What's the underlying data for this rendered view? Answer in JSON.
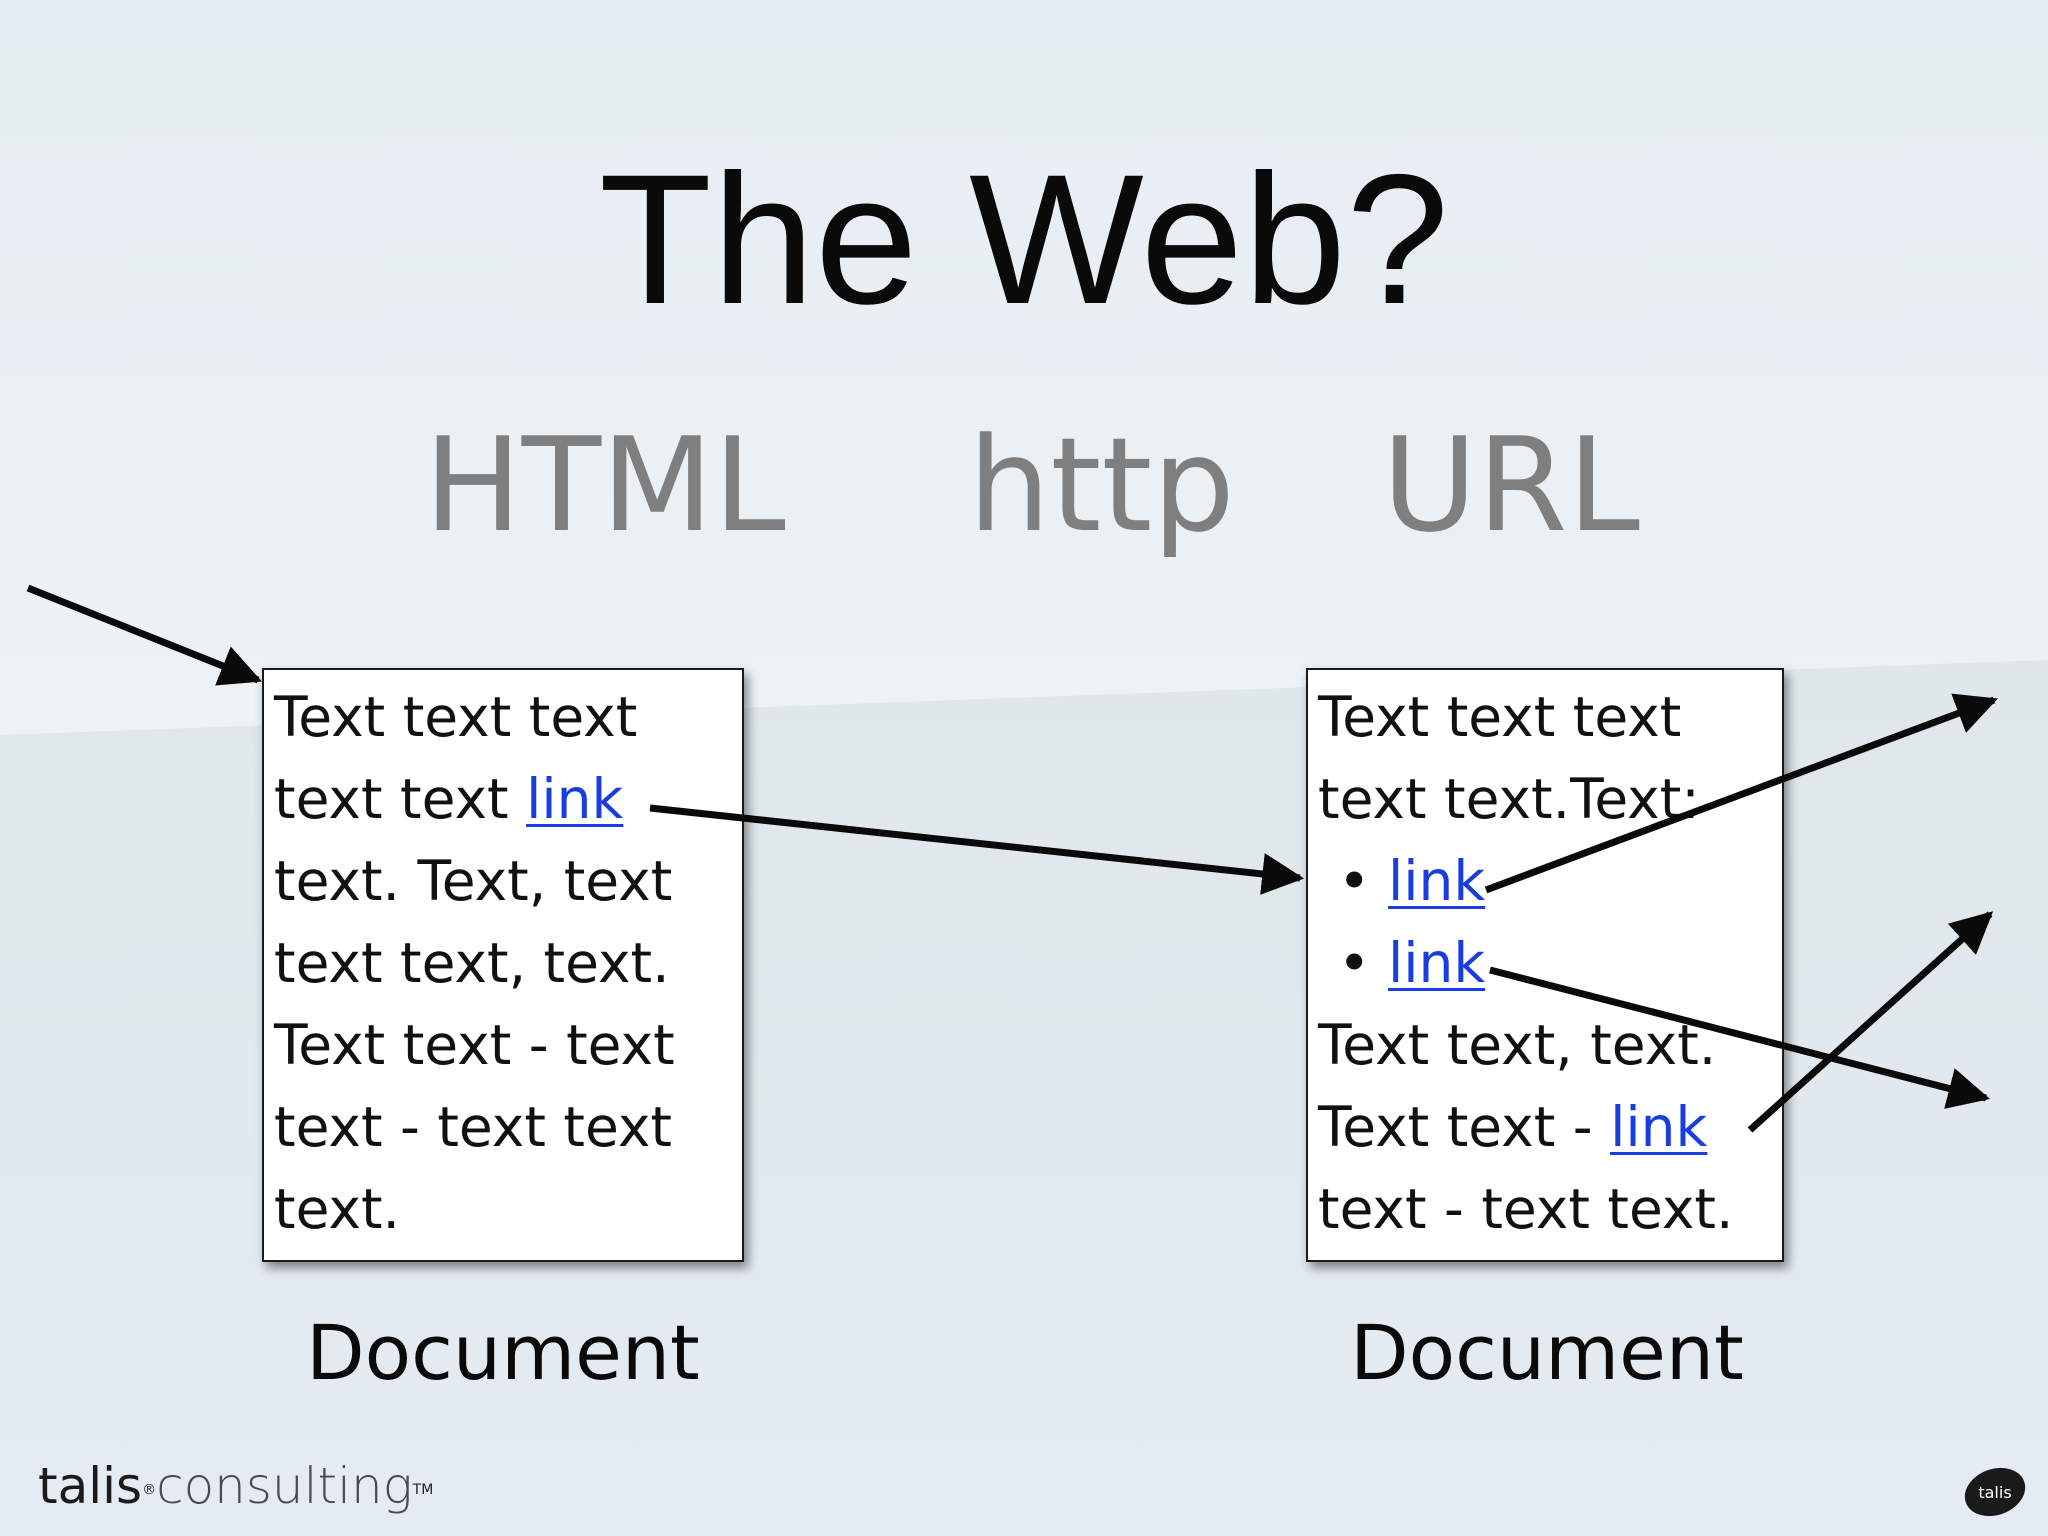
{
  "title": "The Web?",
  "keywords": {
    "html": "HTML",
    "http": "http",
    "url": "URL"
  },
  "documents": {
    "left": {
      "lines": [
        {
          "before": "Text text text",
          "link": "",
          "after": ""
        },
        {
          "before": "text text ",
          "link": "link",
          "after": ""
        },
        {
          "before": "text.  Text, text",
          "link": "",
          "after": ""
        },
        {
          "before": "text text, text.",
          "link": "",
          "after": ""
        },
        {
          "before": "Text text - text",
          "link": "",
          "after": ""
        },
        {
          "before": "text - text text",
          "link": "",
          "after": ""
        },
        {
          "before": "text.",
          "link": "",
          "after": ""
        }
      ],
      "caption": "Document"
    },
    "right": {
      "line1": "Text text text",
      "line2": "text text.Text:",
      "bullet_symbol": "•",
      "bullet1_link": "link",
      "bullet2_link": "link",
      "line5": "Text text, text.",
      "line6_before": "Text text - ",
      "line6_link": "link",
      "line7": "text - text text.",
      "caption": "Document"
    }
  },
  "branding": {
    "name": "talis",
    "suffix": "consulting",
    "registered": "®",
    "trademark": "TM",
    "badge_text": "talis"
  },
  "colors": {
    "link": "#1a3de0",
    "keyword": "#7f7f7f",
    "arrow": "#0a0a0a"
  }
}
